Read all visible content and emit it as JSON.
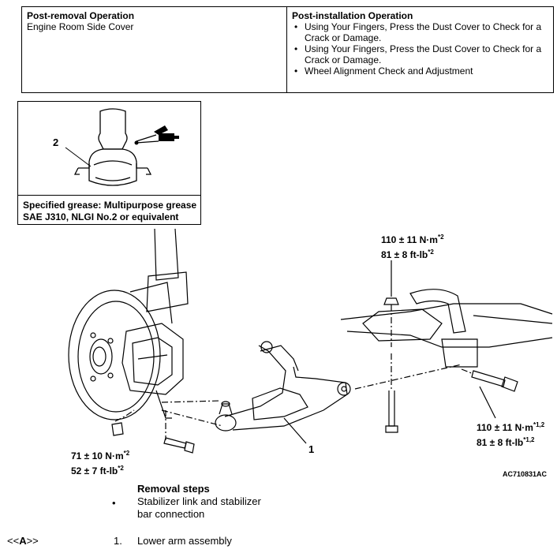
{
  "operations": {
    "post_removal": {
      "heading": "Post-removal Operation",
      "items": [
        "Engine Room Side Cover"
      ]
    },
    "post_installation": {
      "heading": "Post-installation Operation",
      "items": [
        "Using Your Fingers, Press the Dust Cover to Check for a Crack or Damage.",
        "Using Your Fingers, Press the Dust Cover to Check for a Crack or Damage.",
        "Wheel Alignment Check and Adjustment"
      ]
    }
  },
  "grease": {
    "callout": "2",
    "note_line1": "Specified grease: Multipurpose grease",
    "note_line2": "SAE J310, NLGI No.2 or equivalent"
  },
  "torques": {
    "top": {
      "nm": "110 ± 11 N·m",
      "nm_sup": "*2",
      "ftlb": "81 ± 8 ft-lb",
      "ftlb_sup": "*2"
    },
    "right": {
      "nm": "110 ± 11 N·m",
      "nm_sup": "*1,2",
      "ftlb": "81 ± 8 ft-lb",
      "ftlb_sup": "*1,2"
    },
    "left": {
      "nm": "71 ± 10 N·m",
      "nm_sup": "*2",
      "ftlb": "52 ± 7 ft-lb",
      "ftlb_sup": "*2"
    }
  },
  "callout_1": "1",
  "figure_code": "AC710831AC",
  "removal": {
    "heading": "Removal steps",
    "bullet_line1": "Stabilizer link and stabilizer",
    "bullet_line2": "bar connection",
    "ref": "<<A>>",
    "ref_letter": "A",
    "step_num": "1.",
    "step_text": "Lower arm assembly"
  }
}
